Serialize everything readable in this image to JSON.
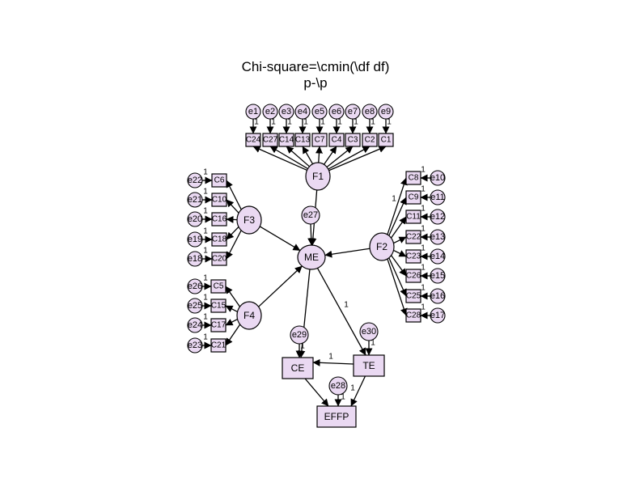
{
  "title": {
    "line1": "Chi-square=\\cmin(\\df df)",
    "line2": "p-\\p"
  },
  "latent": {
    "F1": "F1",
    "F2": "F2",
    "F3": "F3",
    "F4": "F4",
    "ME": "ME"
  },
  "outcomes": {
    "CE": "CE",
    "TE": "TE",
    "EFFP": "EFFP"
  },
  "f1_indicators": [
    "C24",
    "C27",
    "C14",
    "C13",
    "C7",
    "C4",
    "C3",
    "C2",
    "C1"
  ],
  "f1_errors": [
    "e1",
    "e2",
    "e3",
    "e4",
    "e5",
    "e6",
    "e7",
    "e8",
    "e9"
  ],
  "f3_indicators": [
    "C6",
    "C10",
    "C16",
    "C18",
    "C20"
  ],
  "f3_errors": [
    "e22",
    "e21",
    "e20",
    "e19",
    "e18"
  ],
  "f4_indicators": [
    "C5",
    "C15",
    "C17",
    "C21"
  ],
  "f4_errors": [
    "e26",
    "e25",
    "e24",
    "e23"
  ],
  "f2_indicators": [
    "C8",
    "C9",
    "C11",
    "C22",
    "C23",
    "C26",
    "C25",
    "C28"
  ],
  "f2_errors": [
    "e10",
    "e11",
    "e12",
    "e13",
    "e14",
    "e15",
    "e16",
    "e17"
  ],
  "structural_errors": {
    "me": "e27",
    "ce": "e29",
    "te": "e30",
    "effp": "e28"
  },
  "fixed_one": "1"
}
